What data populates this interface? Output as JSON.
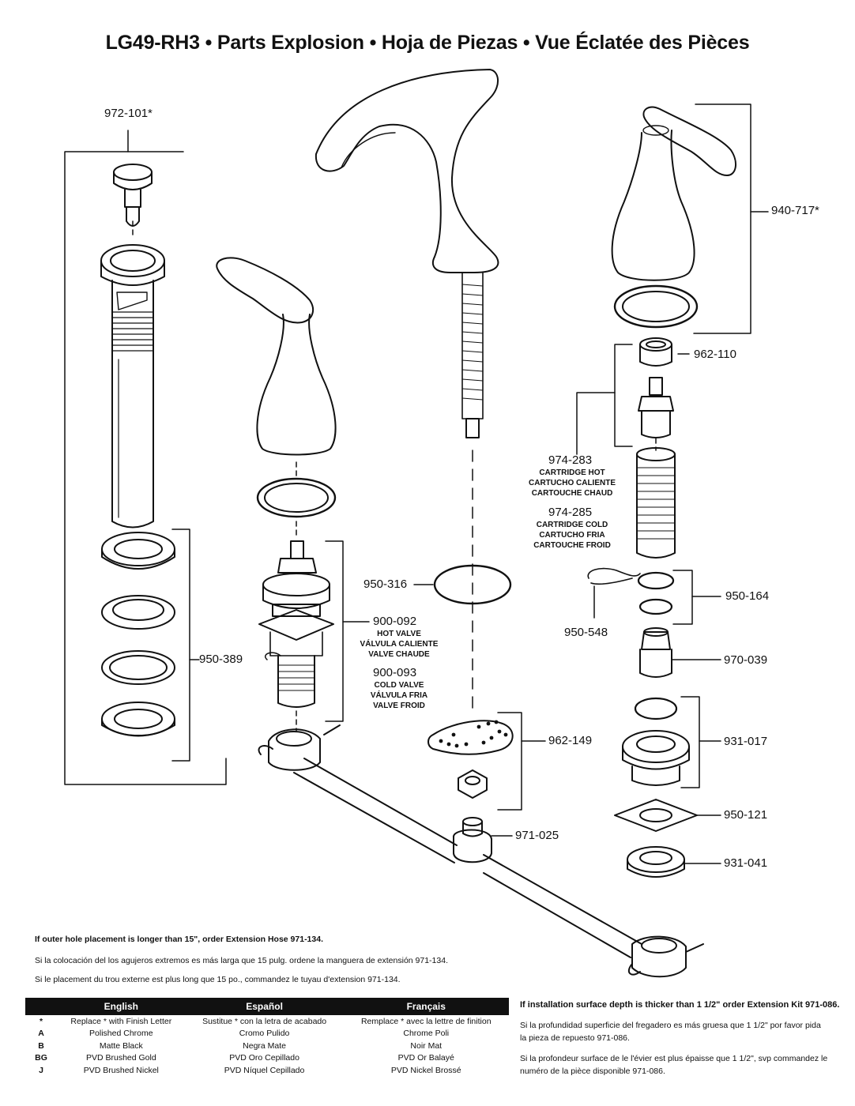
{
  "title": "LG49-RH3 • Parts Explosion • Hoja de Piezas • Vue Éclatée des Pièces",
  "parts": {
    "p972_101": "972-101*",
    "p940_717": "940-717*",
    "p962_110": "962-110",
    "p974_283": "974-283",
    "p974_283_en": "CARTRIDGE HOT",
    "p974_283_es": "CARTUCHO CALIENTE",
    "p974_283_fr": "CARTOUCHE CHAUD",
    "p974_285": "974-285",
    "p974_285_en": "CARTRIDGE COLD",
    "p974_285_es": "CARTUCHO FRIA",
    "p974_285_fr": "CARTOUCHE FROID",
    "p950_316": "950-316",
    "p950_164": "950-164",
    "p950_548": "950-548",
    "p900_092": "900-092",
    "p900_092_en": "HOT VALVE",
    "p900_092_es": "VÁLVULA CALIENTE",
    "p900_092_fr": "VALVE CHAUDE",
    "p900_093": "900-093",
    "p900_093_en": "COLD VALVE",
    "p900_093_es": "VÁLVULA FRIA",
    "p900_093_fr": "VALVE FROID",
    "p950_389": "950-389",
    "p970_039": "970-039",
    "p962_149": "962-149",
    "p931_017": "931-017",
    "p950_121": "950-121",
    "p971_025": "971-025",
    "p931_041": "931-041"
  },
  "notes": {
    "hose_en": "If outer hole placement is longer than 15\", order Extension Hose 971-134.",
    "hose_es": "Si la colocación del los agujeros extremos es más larga que 15 pulg. ordene la manguera de extensión 971-134.",
    "hose_fr": "Si le placement du trou externe est plus long que 15 po., commandez le tuyau d'extension 971-134.",
    "kit_en": "If installation surface depth is thicker than 1 1/2\" order Extension Kit 971-086.",
    "kit_es_1": "Si la profundidad superficie del fregadero es más gruesa que 1 1/2\" por favor pida",
    "kit_es_2": "la pieza de repuesto 971-086.",
    "kit_fr_1": "Si la profondeur surface de le l'évier est plus épaisse que 1 1/2\", svp commandez le",
    "kit_fr_2": "numéro de la pièce disponible 971-086."
  },
  "finish_table": {
    "headers": [
      "English",
      "Español",
      "Français"
    ],
    "rows": [
      {
        "code": "*",
        "en": "Replace * with Finish Letter",
        "es": "Sustitue * con la letra de acabado",
        "fr": "Remplace * avec la lettre de finition"
      },
      {
        "code": "A",
        "en": "Polished Chrome",
        "es": "Cromo Pulido",
        "fr": "Chrome Poli"
      },
      {
        "code": "B",
        "en": "Matte Black",
        "es": "Negra Mate",
        "fr": "Noir Mat"
      },
      {
        "code": "BG",
        "en": "PVD Brushed Gold",
        "es": "PVD Oro Cepillado",
        "fr": "PVD Or Balayé"
      },
      {
        "code": "J",
        "en": "PVD Brushed Nickel",
        "es": "PVD Níquel Cepillado",
        "fr": "PVD Nickel Brossé"
      }
    ]
  }
}
